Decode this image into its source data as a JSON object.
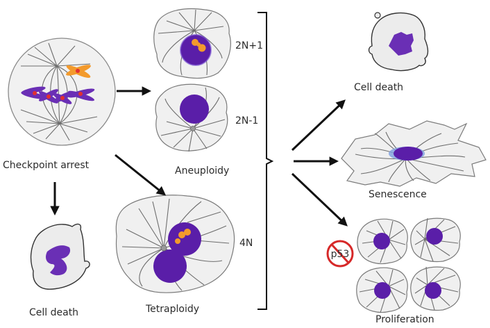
{
  "colors": {
    "chromosome": "#6a2fb5",
    "nucleus": "#5a1ea8",
    "extra_chromosome": "#f39a2c",
    "centromere": "#e23030",
    "cell_fill": "#f0f0f0",
    "no_sign": "#d62828"
  },
  "nodes": {
    "checkpoint_arrest": {
      "label": "Checkpoint arrest"
    },
    "cell_death_left": {
      "label": "Cell death"
    },
    "aneuploidy": {
      "label": "Aneuploidy",
      "cells": [
        {
          "ploidy": "2N+1"
        },
        {
          "ploidy": "2N-1"
        }
      ]
    },
    "tetraploidy": {
      "label": "Tetraploidy",
      "ploidy": "4N"
    },
    "cell_death_right": {
      "label": "Cell death"
    },
    "senescence": {
      "label": "Senescence"
    },
    "proliferation": {
      "label": "Proliferation",
      "condition": "p53",
      "condition_icon": "prohibited-sign-icon"
    }
  },
  "edges": [
    {
      "from": "checkpoint_arrest",
      "to": "aneuploidy"
    },
    {
      "from": "checkpoint_arrest",
      "to": "tetraploidy"
    },
    {
      "from": "checkpoint_arrest",
      "to": "cell_death_left"
    },
    {
      "from": "bracket",
      "to": "cell_death_right"
    },
    {
      "from": "bracket",
      "to": "senescence"
    },
    {
      "from": "bracket",
      "to": "proliferation"
    }
  ]
}
